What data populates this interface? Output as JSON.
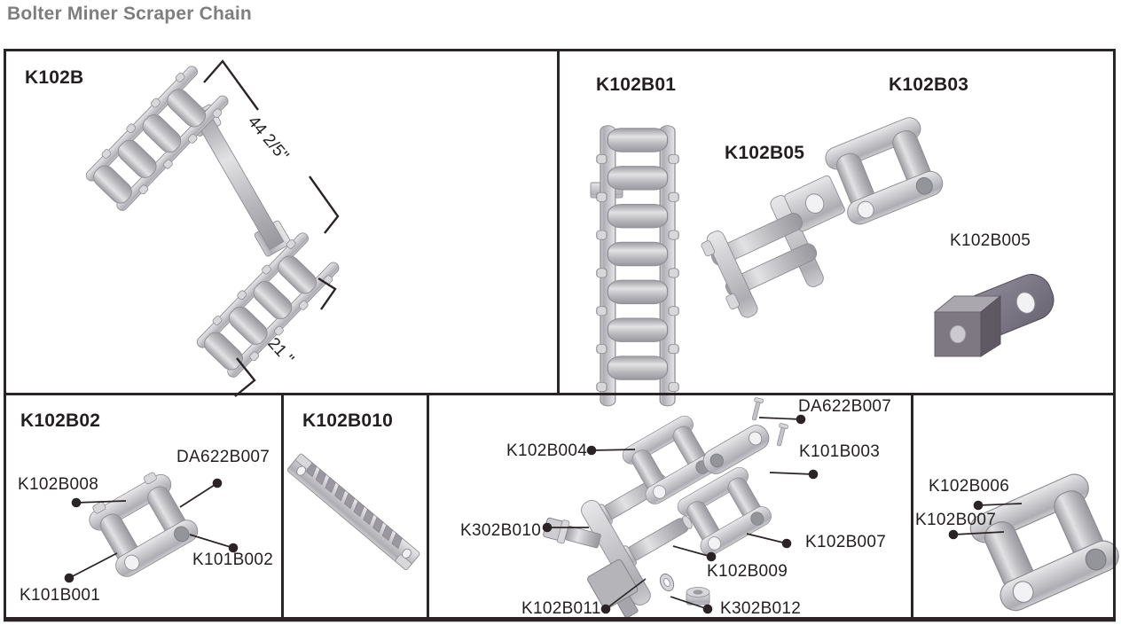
{
  "page_title": "Bolter Miner Scraper Chain",
  "panels": {
    "assembly": {
      "title": "K102B",
      "dim_length": "44 2/5\"",
      "dim_width": "21 \""
    },
    "components": {
      "chain_title": "K102B01",
      "connector_title": "K102B05",
      "link_title": "K102B03",
      "bracket_label": "K102B005"
    },
    "connecting_link": {
      "title": "K102B02",
      "labels": {
        "pin": "DA622B007",
        "link": "K102B008",
        "plate": "K101B002",
        "roller": "K101B001"
      }
    },
    "scraper_bar": {
      "title": "K102B010"
    },
    "exploded": {
      "labels": {
        "pin": "DA622B007",
        "inner_link": "K102B004",
        "side_plate": "K101B003",
        "bolt": "K302B010",
        "outer_link": "K102B007",
        "pin_bracket": "K102B009",
        "washer": "K102B011",
        "nut": "K302B012"
      }
    },
    "link_detail": {
      "labels": {
        "roller": "K102B006",
        "bush": "K102B007"
      }
    }
  },
  "colors": {
    "panel_border": "#2a2426",
    "label_text": "#231f20",
    "page_title_text": "#7e7e7e",
    "part_light": "#c6c6ca",
    "part_dark": "#7d7882"
  }
}
